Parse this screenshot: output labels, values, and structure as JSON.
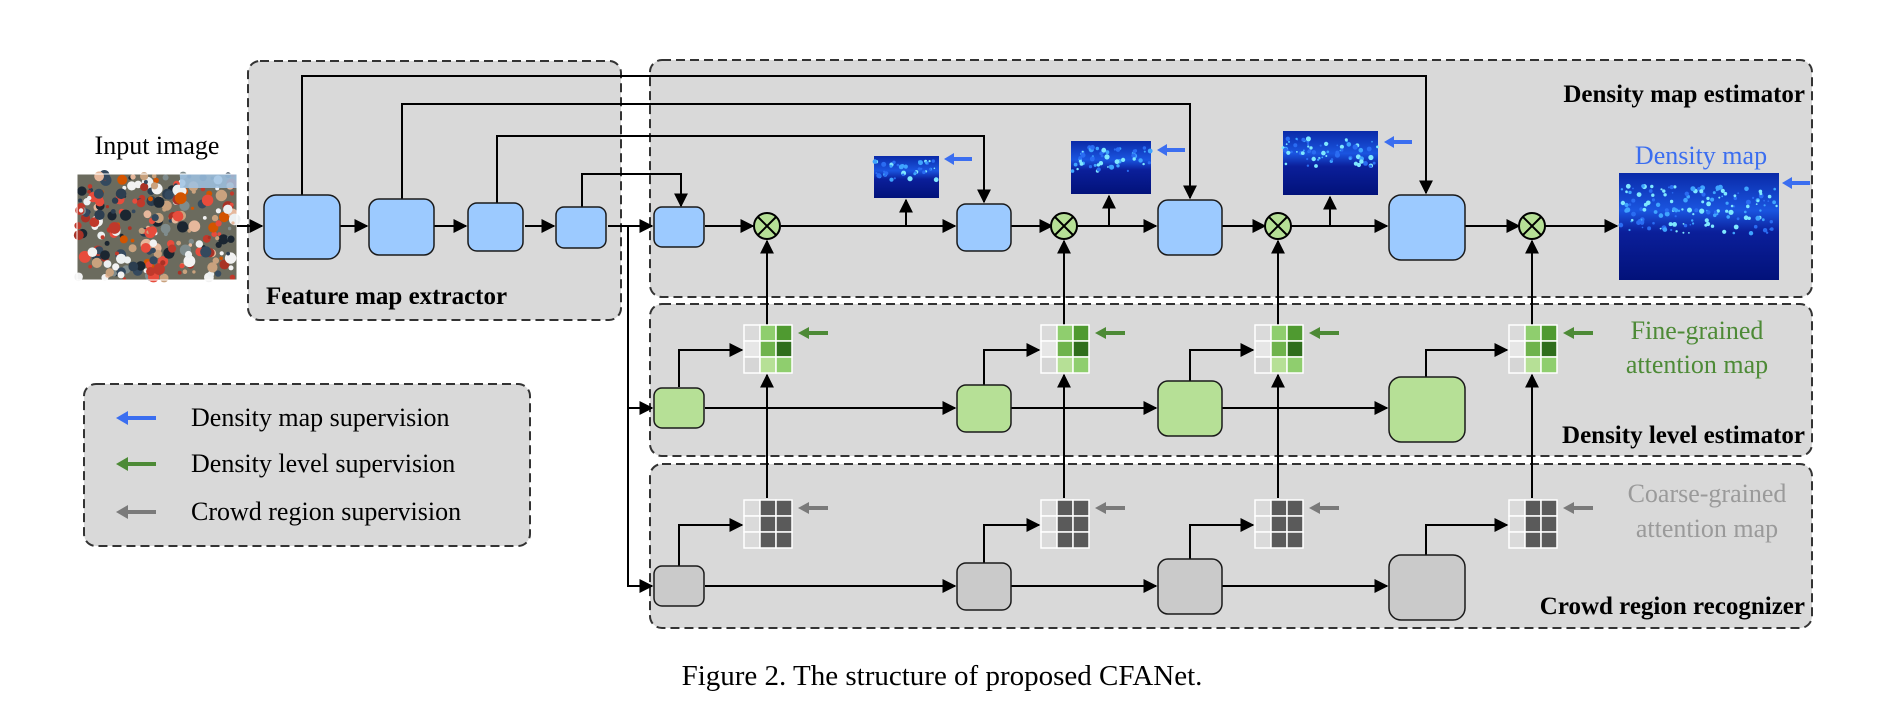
{
  "labels": {
    "input_image": "Input image",
    "feature_extractor": "Feature map extractor",
    "density_estimator": "Density map estimator",
    "density_map": "Density map",
    "fine_grained_1": "Fine-grained",
    "fine_grained_2": "attention map",
    "level_estimator": "Density level estimator",
    "coarse_grained_1": "Coarse-grained",
    "coarse_grained_2": "attention map",
    "crowd_recognizer": "Crowd region recognizer"
  },
  "legend": {
    "items": [
      {
        "label": "Density map supervision",
        "color": "#3b6ef0"
      },
      {
        "label": "Density level supervision",
        "color": "#4d8a36"
      },
      {
        "label": "Crowd region supervision",
        "color": "#7a7a7a"
      }
    ]
  },
  "caption": "Figure 2. The structure of proposed CFANet.",
  "colors": {
    "blue_block": "#9ccaff",
    "green_block": "#b6e096",
    "gray_block": "#cacaca",
    "density_text": "#3b6ef0",
    "fine_text": "#4d8a36",
    "coarse_text": "#9a9a9a",
    "panel": "#d9d9d9"
  }
}
